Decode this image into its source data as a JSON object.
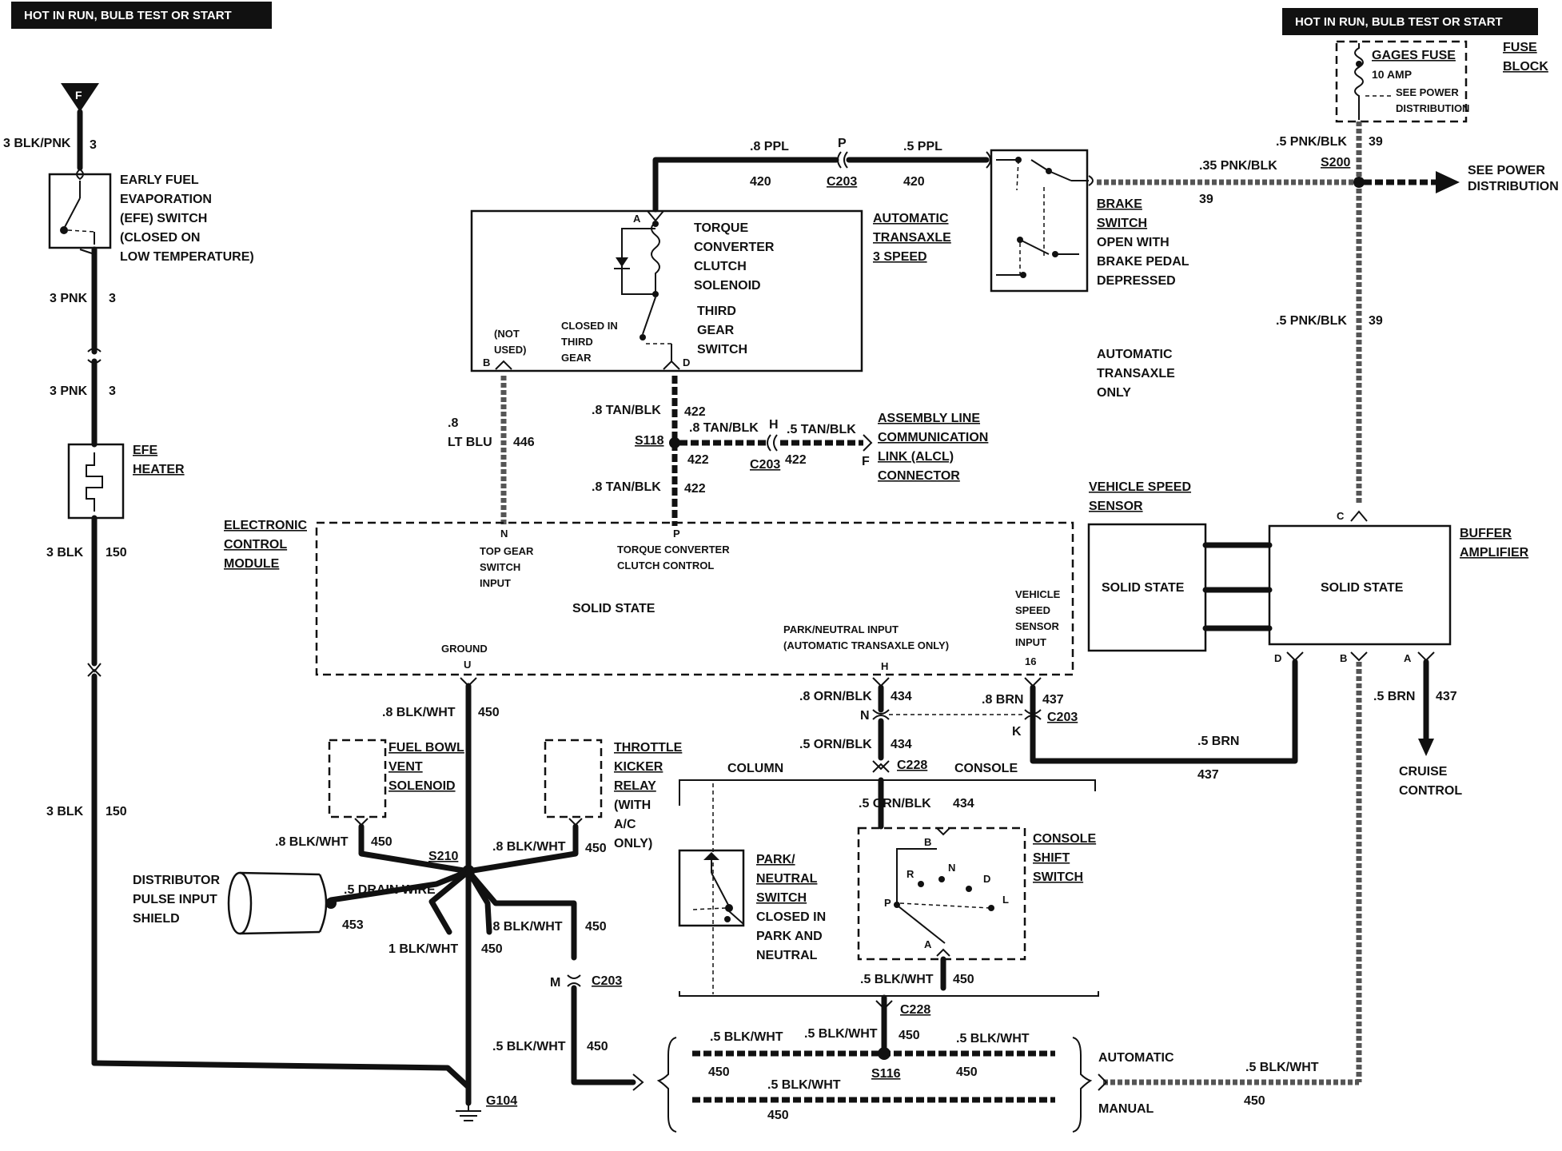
{
  "headers": {
    "left": "HOT IN RUN, BULB TEST OR START",
    "right": "HOT IN RUN, BULB TEST OR START"
  },
  "fuse": {
    "name": "GAGES FUSE",
    "rating": "10 AMP",
    "note1": "SEE POWER",
    "note2": "DISTRIBUTION",
    "block1": "FUSE",
    "block2": "BLOCK"
  },
  "left_circuit": {
    "terminal": "F",
    "w1": "3 BLK/PNK",
    "c1": "3",
    "efe": [
      "EARLY FUEL",
      "EVAPORATION",
      "(EFE) SWITCH",
      "(CLOSED ON",
      "LOW TEMPERATURE)"
    ],
    "w2": "3 PNK",
    "c2": "3",
    "w3": "3 PNK",
    "c3": "3",
    "heater": [
      "EFE",
      "HEATER"
    ],
    "w4": "3 BLK",
    "c4": "150",
    "w5": "3 BLK",
    "c5": "150"
  },
  "top_wires": {
    "w1": ".8 PPL",
    "c1": "420",
    "conn_letter": "P",
    "conn": "C203",
    "w2": ".5 PPL",
    "c2": "420"
  },
  "transaxle": {
    "torque": [
      "TORQUE",
      "CONVERTER",
      "CLUTCH",
      "SOLENOID"
    ],
    "third": [
      "THIRD",
      "GEAR",
      "SWITCH"
    ],
    "closed": [
      "CLOSED IN",
      "THIRD",
      "GEAR"
    ],
    "notused": [
      "(NOT",
      "USED)"
    ],
    "pinA": "A",
    "pinB": "B",
    "pinD": "D",
    "title": [
      "AUTOMATIC",
      "TRANSAXLE",
      "3 SPEED"
    ]
  },
  "brake": {
    "label": [
      "BRAKE",
      "SWITCH",
      "OPEN WITH",
      "BRAKE PEDAL",
      "DEPRESSED"
    ],
    "w1": ".35 PNK/BLK",
    "c1": "39",
    "w2": ".5 PNK/BLK",
    "c2": "39",
    "splice": "S200",
    "w3": ".5 PNK/BLK",
    "c3": "39",
    "see": [
      "SEE POWER",
      "DISTRIBUTION"
    ],
    "auto": [
      "AUTOMATIC",
      "TRANSAXLE",
      "ONLY"
    ]
  },
  "mid_wires": {
    "lt1": ".8",
    "lt2": "LT BLU",
    "ltc": "446",
    "t1": ".8 TAN/BLK",
    "t1c": "422",
    "s118": "S118",
    "t2": ".8 TAN/BLK",
    "t2c": "422",
    "t3": ".8 TAN/BLK",
    "t3c": "422",
    "h": "H",
    "t4": ".5 TAN/BLK",
    "c203": "C203",
    "t4c": "422",
    "f": "F",
    "alcl": [
      "ASSEMBLY LINE",
      "COMMUNICATION",
      "LINK (ALCL)",
      "CONNECTOR"
    ]
  },
  "ecm": {
    "label": [
      "ELECTRONIC",
      "CONTROL",
      "MODULE"
    ],
    "pinN": "N",
    "topgear": [
      "TOP GEAR",
      "SWITCH",
      "INPUT"
    ],
    "pinP": "P",
    "tcc": [
      "TORQUE CONVERTER",
      "CLUTCH CONTROL"
    ],
    "solid": "SOLID STATE",
    "ground": "GROUND",
    "pinU": "U",
    "pn": [
      "PARK/NEUTRAL INPUT",
      "(AUTOMATIC TRANSAXLE ONLY)"
    ],
    "pinH": "H",
    "vss": [
      "VEHICLE",
      "SPEED",
      "SENSOR",
      "INPUT"
    ],
    "pin16": "16"
  },
  "vss": {
    "label": [
      "VEHICLE SPEED",
      "SENSOR"
    ],
    "solid": "SOLID STATE"
  },
  "buffer": {
    "label": [
      "BUFFER",
      "AMPLIFIER"
    ],
    "solid": "SOLID STATE",
    "pinC": "C",
    "pinD": "D",
    "pinB": "B",
    "pinA": "A",
    "w1": ".5 BRN",
    "c1": "437",
    "cruise": [
      "CRUISE",
      "CONTROL"
    ]
  },
  "lower_right": {
    "w_orn1": ".8 ORN/BLK",
    "c_orn1": "434",
    "pinN": "N",
    "w_brn": ".8 BRN",
    "c_brn": "437",
    "conn_brn": "C203",
    "pinK": "K",
    "w_brn2": ".5 BRN",
    "c_brn2": "437",
    "w_orn2": ".5 ORN/BLK",
    "c_orn2": "434",
    "c228": "C228",
    "column": "COLUMN",
    "console": "CONSOLE",
    "w_orn3": ".5 ORN/BLK",
    "c_orn3": "434",
    "pn_switch": [
      "PARK/",
      "NEUTRAL",
      "SWITCH",
      "CLOSED IN",
      "PARK AND",
      "NEUTRAL"
    ],
    "console_switch": [
      "CONSOLE",
      "SHIFT",
      "SWITCH"
    ],
    "gears": {
      "b": "B",
      "r": "R",
      "n": "N",
      "d": "D",
      "p": "P",
      "l": "L",
      "a": "A"
    },
    "w_blk1": ".5 BLK/WHT",
    "c_blk1": "450",
    "c228b": "C228"
  },
  "ground_circuit": {
    "w1": ".8 BLK/WHT",
    "c1": "450",
    "fbv": [
      "FUEL BOWL",
      "VENT",
      "SOLENOID"
    ],
    "tkr": [
      "THROTTLE",
      "KICKER",
      "RELAY",
      "(WITH",
      "A/C",
      "ONLY)"
    ],
    "w2": ".8 BLK/WHT",
    "c2": "450",
    "s210": "S210",
    "w3": ".8 BLK/WHT",
    "c3": "450",
    "dist": [
      "DISTRIBUTOR",
      "PULSE INPUT",
      "SHIELD"
    ],
    "w4": ".5 DRAIN WIRE",
    "c4": "453",
    "w5": ".8 BLK/WHT",
    "c5": "450",
    "w6": "1 BLK/WHT",
    "c6": "450",
    "pinM": "M",
    "c203": "C203",
    "w7": ".5 BLK/WHT",
    "c7": "450",
    "g104": "G104"
  },
  "bottom": {
    "a1": ".5 BLK/WHT",
    "a2": ".5 BLK/WHT",
    "a3": "450",
    "a4": ".5 BLK/WHT",
    "a5": "450",
    "s116": "S116",
    "a6": "450",
    "m1": ".5 BLK/WHT",
    "m2": "450",
    "auto": "AUTOMATIC",
    "manual": "MANUAL",
    "r1": ".5 BLK/WHT",
    "r2": "450"
  }
}
